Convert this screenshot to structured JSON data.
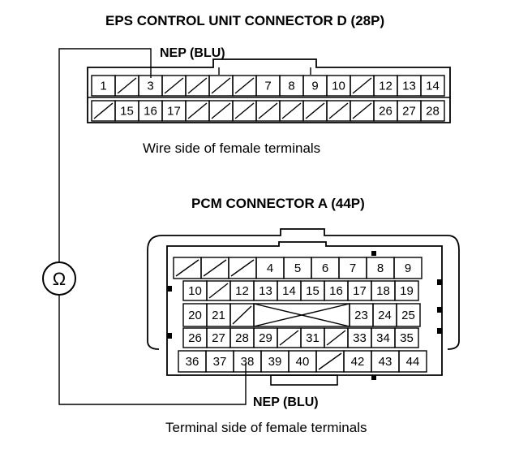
{
  "eps_connector": {
    "title": "EPS CONTROL UNIT CONNECTOR D (28P)",
    "wire_label": "NEP (BLU)",
    "caption": "Wire side of female terminals",
    "row1": [
      "1",
      "",
      "3",
      "",
      "",
      "",
      "",
      "7",
      "8",
      "9",
      "10",
      "",
      "12",
      "13",
      "14"
    ],
    "row2": [
      "",
      "15",
      "16",
      "17",
      "",
      "",
      "",
      "",
      "",
      "",
      "",
      "",
      "26",
      "27",
      "28"
    ]
  },
  "pcm_connector": {
    "title": "PCM CONNECTOR A (44P)",
    "wire_label": "NEP (BLU)",
    "caption": "Terminal side of female terminals",
    "row1": [
      "",
      "",
      "",
      "4",
      "5",
      "6",
      "7",
      "8",
      "9"
    ],
    "row2": [
      "10",
      "",
      "12",
      "13",
      "14",
      "15",
      "16",
      "17",
      "18",
      "19"
    ],
    "row3_left": [
      "20",
      "21",
      ""
    ],
    "row3_right": [
      "23",
      "24",
      "25"
    ],
    "row4": [
      "26",
      "27",
      "28",
      "29",
      "",
      "31",
      "",
      "33",
      "34",
      "35"
    ],
    "row5": [
      "36",
      "37",
      "38",
      "39",
      "40",
      "",
      "42",
      "43",
      "44"
    ]
  },
  "meter": {
    "symbol": "Ω",
    "icon": "ohmmeter-icon"
  }
}
